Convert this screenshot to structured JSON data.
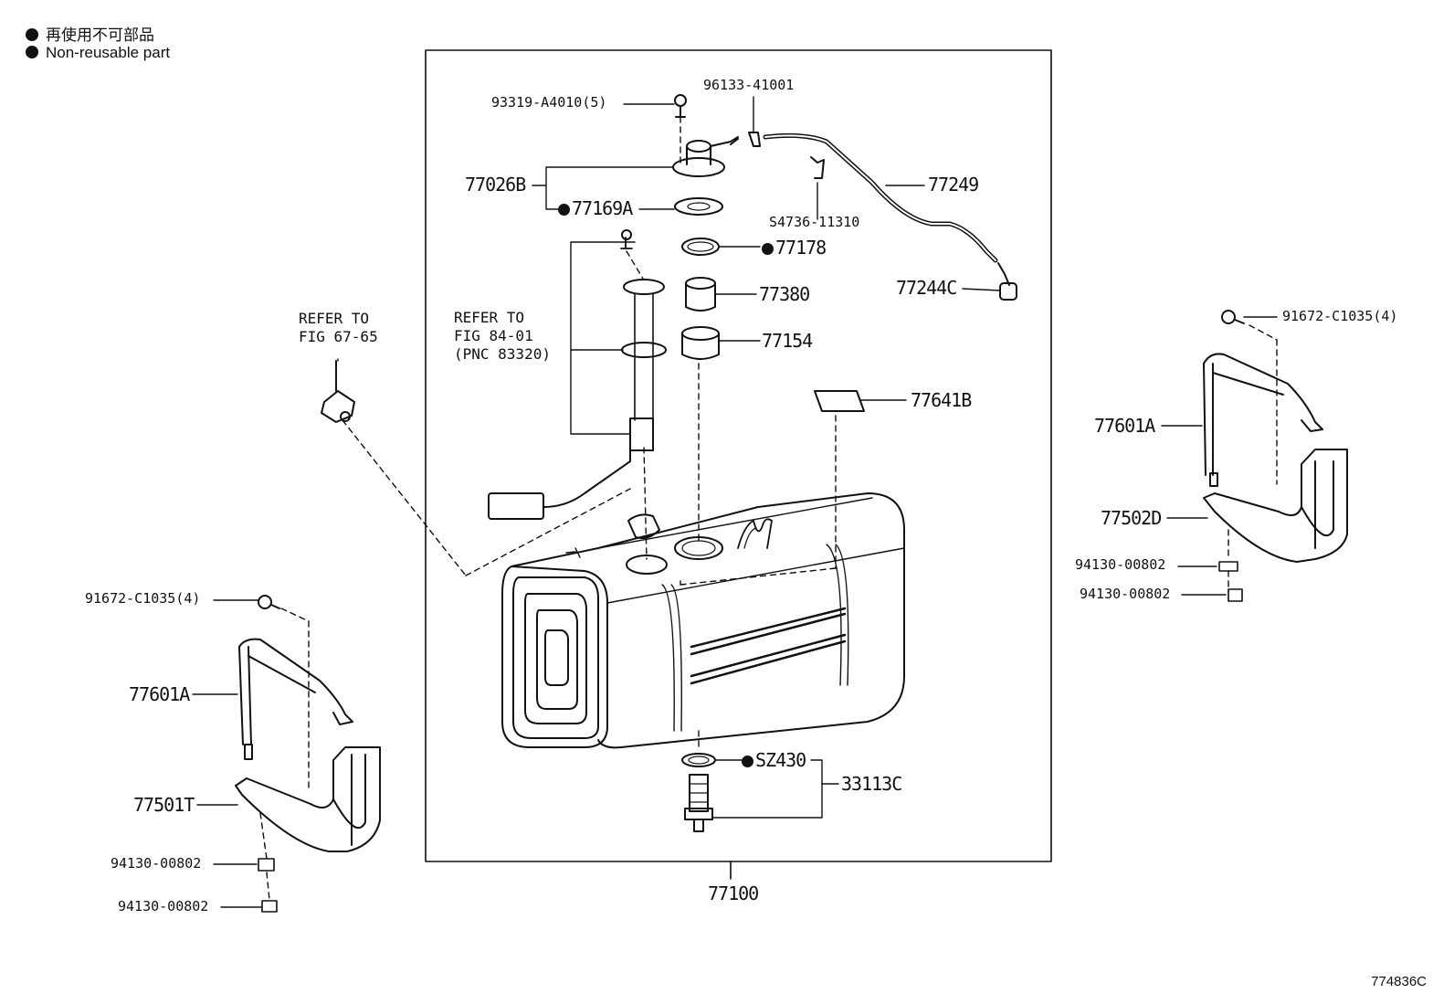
{
  "legend": {
    "japanese": "再使用不可部品",
    "english": "Non-reusable part"
  },
  "figure_id": "774836C",
  "refs": {
    "fig67": "REFER TO\nFIG 67-65",
    "fig84": "REFER TO\nFIG 84-01\n(PNC 83320)"
  },
  "parts": {
    "p93319": "93319-A4010(5)",
    "p96133": "96133-41001",
    "p77026B": "77026B",
    "p77169A": "77169A",
    "p77249": "77249",
    "pS4736": "S4736-11310",
    "p77178": "77178",
    "p77244C": "77244C",
    "p77380": "77380",
    "p77154": "77154",
    "p77641B": "77641B",
    "pSZ430": "SZ430",
    "p33113C": "33113C",
    "p77100": "77100",
    "pR91672": "91672-C1035(4)",
    "pR77601A": "77601A",
    "pR77502D": "77502D",
    "pR94130a": "94130-00802",
    "pR94130b": "94130-00802",
    "pL91672": "91672-C1035(4)",
    "pL77601A": "77601A",
    "pL77501T": "77501T",
    "pL94130a": "94130-00802",
    "pL94130b": "94130-00802"
  }
}
